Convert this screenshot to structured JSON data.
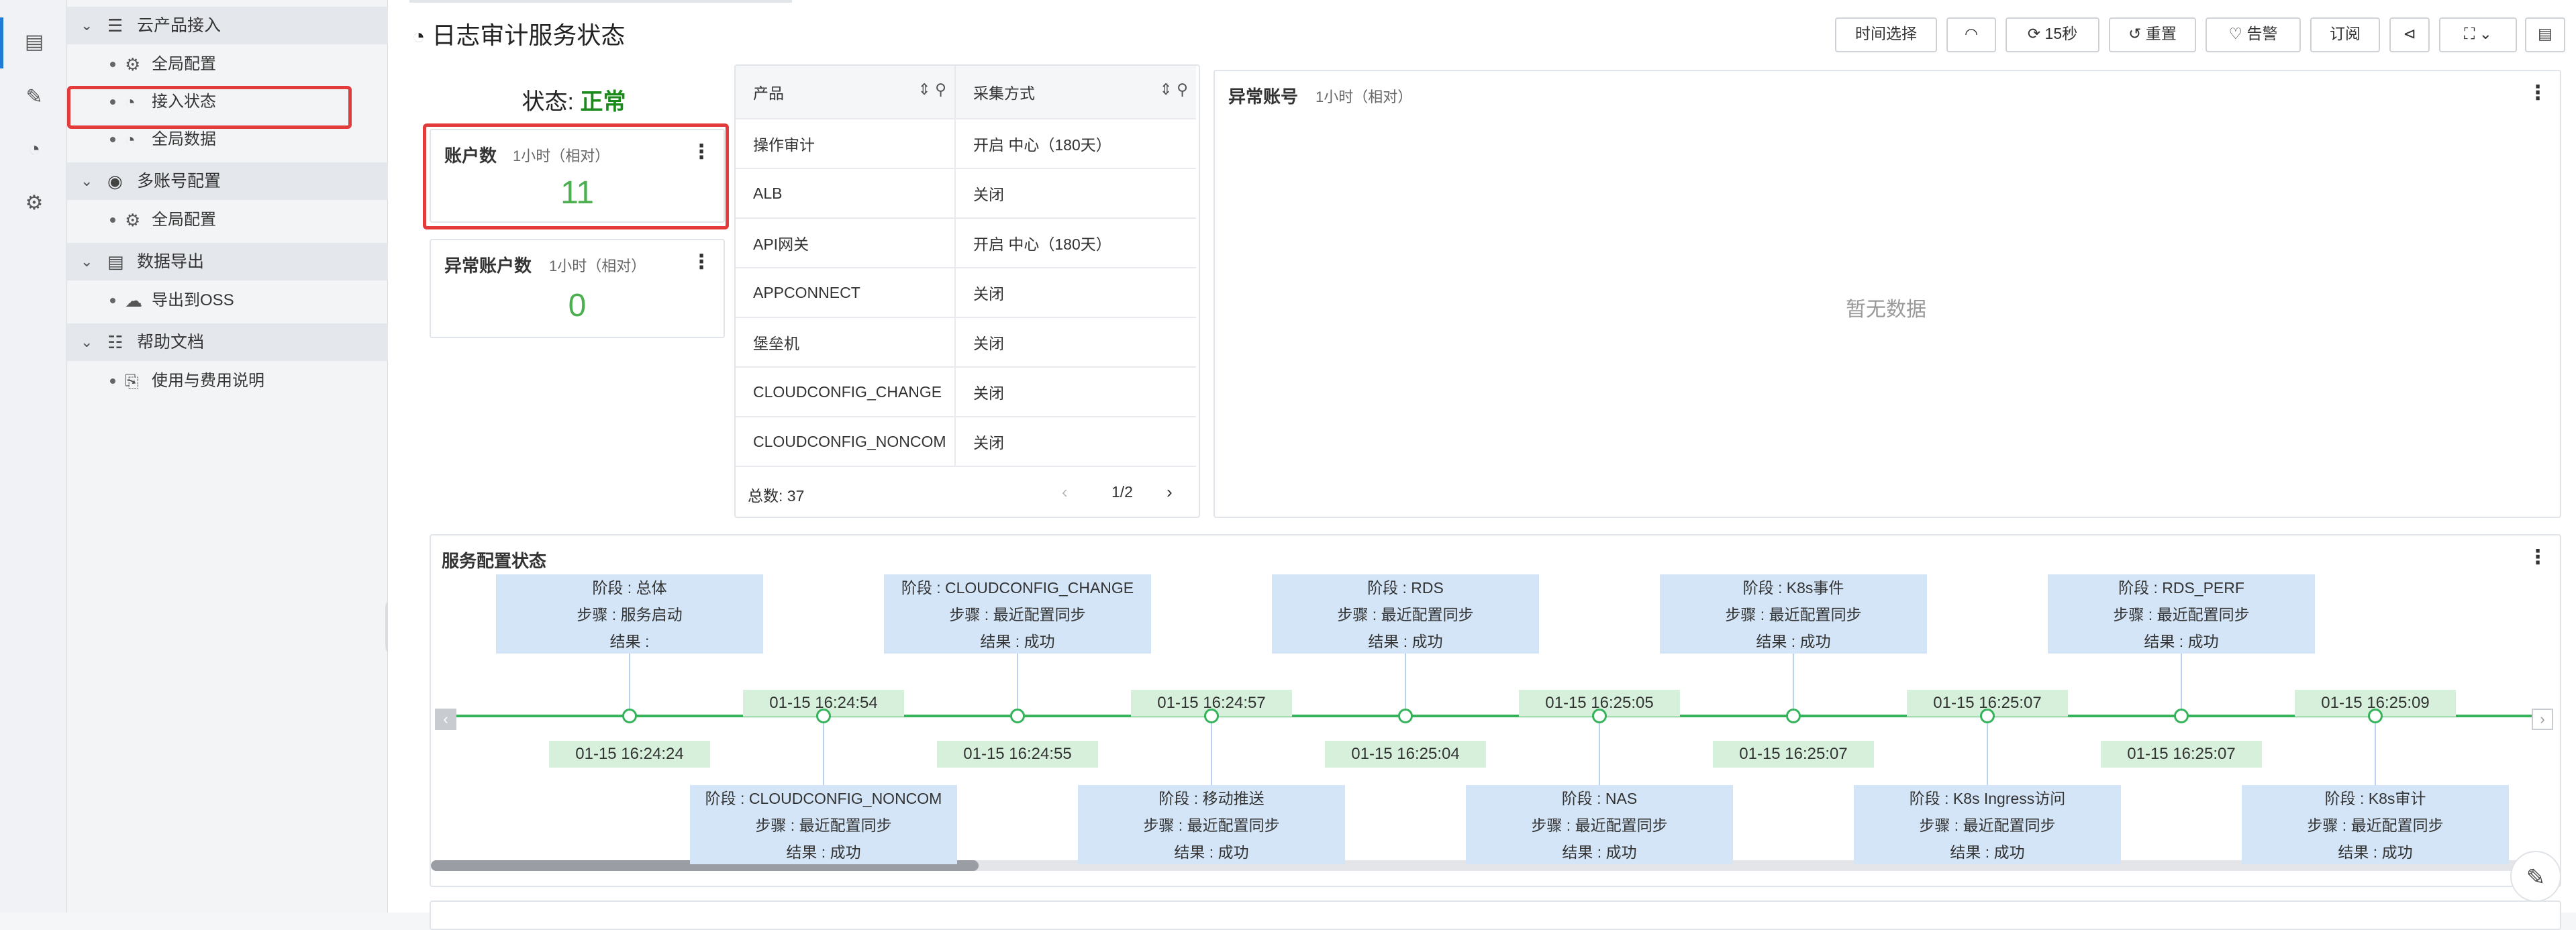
{
  "page_title": "日志审计服务状态",
  "toolbar": {
    "time_select": "时间选择",
    "refresh_interval": "15秒",
    "reset": "重置",
    "alert": "告警",
    "subscribe": "订阅"
  },
  "sidebar": {
    "groups": [
      {
        "label": "云产品接入",
        "items": [
          "全局配置",
          "接入状态",
          "全局数据"
        ]
      },
      {
        "label": "多账号配置",
        "items": [
          "全局配置"
        ]
      },
      {
        "label": "数据导出",
        "items": [
          "导出到OSS"
        ]
      },
      {
        "label": "帮助文档",
        "items": [
          "使用与费用说明"
        ]
      }
    ]
  },
  "status": {
    "label": "状态: ",
    "value": "正常",
    "value_color": "#1a8a1a"
  },
  "account_count": {
    "title": "账户数",
    "range": "1小时（相对）",
    "value": "11"
  },
  "abnormal_account_count": {
    "title": "异常账户数",
    "range": "1小时（相对）",
    "value": "0"
  },
  "product_table": {
    "columns": [
      "产品",
      "采集方式"
    ],
    "rows": [
      [
        "操作审计",
        "开启 中心（180天）"
      ],
      [
        "ALB",
        "关闭"
      ],
      [
        "API网关",
        "开启 中心（180天）"
      ],
      [
        "APPCONNECT",
        "关闭"
      ],
      [
        "堡垒机",
        "关闭"
      ],
      [
        "CLOUDCONFIG_CHANGE",
        "关闭"
      ],
      [
        "CLOUDCONFIG_NONCOM",
        "关闭"
      ]
    ],
    "total_label": "总数: ",
    "total": "37",
    "page": "1/2"
  },
  "abnormal_accounts": {
    "title": "异常账号",
    "range": "1小时（相对）",
    "empty": "暂无数据"
  },
  "service_config": {
    "title": "服务配置状态",
    "top_steps": [
      {
        "stage": "阶段 : 总体",
        "step": "步骤 : 服务启动",
        "result": "结果 :"
      },
      {
        "stage": "阶段 : CLOUDCONFIG_CHANGE",
        "step": "步骤 : 最近配置同步",
        "result": "结果 : 成功"
      },
      {
        "stage": "阶段 : RDS",
        "step": "步骤 : 最近配置同步",
        "result": "结果 : 成功"
      },
      {
        "stage": "阶段 : K8s事件",
        "step": "步骤 : 最近配置同步",
        "result": "结果 : 成功"
      },
      {
        "stage": "阶段 : RDS_PERF",
        "step": "步骤 : 最近配置同步",
        "result": "结果 : 成功"
      }
    ],
    "bottom_steps": [
      {
        "stage": "阶段 : CLOUDCONFIG_NONCOM",
        "step": "步骤 : 最近配置同步",
        "result": "结果 : 成功"
      },
      {
        "stage": "阶段 : 移动推送",
        "step": "步骤 : 最近配置同步",
        "result": "结果 : 成功"
      },
      {
        "stage": "阶段 : NAS",
        "step": "步骤 : 最近配置同步",
        "result": "结果 : 成功"
      },
      {
        "stage": "阶段 : K8s Ingress访问",
        "step": "步骤 : 最近配置同步",
        "result": "结果 : 成功"
      },
      {
        "stage": "阶段 : K8s审计",
        "step": "步骤 : 最近配置同步",
        "result": "结果 : 成功"
      }
    ],
    "above_times": [
      "01-15 16:24:54",
      "01-15 16:24:57",
      "01-15 16:25:05",
      "01-15 16:25:07",
      "01-15 16:25:09"
    ],
    "below_times": [
      "01-15 16:24:24",
      "01-15 16:24:55",
      "01-15 16:25:04",
      "01-15 16:25:07",
      "01-15 16:25:07"
    ]
  }
}
